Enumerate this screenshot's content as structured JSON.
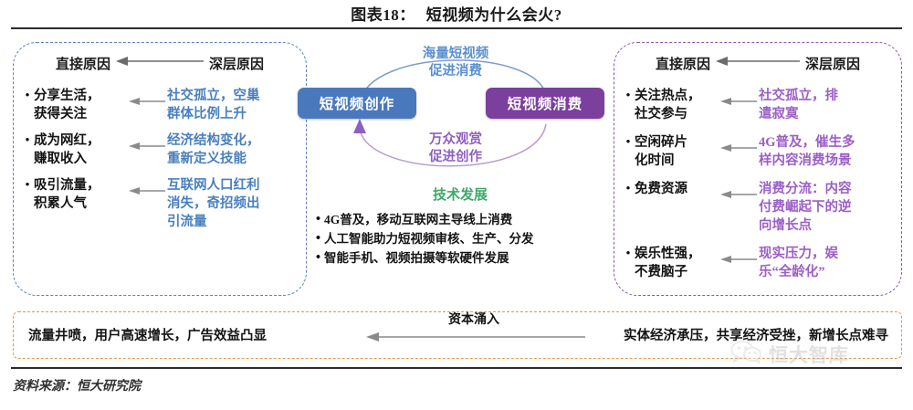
{
  "title": {
    "number": "图表18：",
    "text": "短视频为什么会火?"
  },
  "left_panel": {
    "head_direct": "直接原因",
    "head_deep": "深层原因",
    "items": [
      {
        "bullet": "•",
        "direct": "分享生活，\n获得关注",
        "deep": "社交孤立，空巢\n群体比例上升"
      },
      {
        "bullet": "•",
        "direct": "成为网红，\n赚取收入",
        "deep": "经济结构变化，\n重新定义技能"
      },
      {
        "bullet": "•",
        "direct": "吸引流量，\n积累人气",
        "deep": "互联网人口红利\n消失，奇招频出\n引流量"
      }
    ],
    "border_color": "#5b7fc4",
    "deep_color": "#4a7fbf"
  },
  "right_panel": {
    "head_direct": "直接原因",
    "head_deep": "深层原因",
    "items": [
      {
        "bullet": "•",
        "direct": "关注热点，\n社交参与",
        "deep": "社交孤立，排\n遣寂寞"
      },
      {
        "bullet": "•",
        "direct": "空闲碎片\n化时间",
        "deep": "4G普及，催生多\n样内容消费场景"
      },
      {
        "bullet": "•",
        "direct": "免费资源",
        "deep": "消费分流：内容\n付费崛起下的逆\n向增长点"
      },
      {
        "bullet": "•",
        "direct": "娱乐性强，\n不费脑子",
        "deep": "现实压力，娱\n乐“全龄化”"
      }
    ],
    "border_color": "#8d56b0",
    "deep_color": "#9b5fc6"
  },
  "center": {
    "node_create": "短视频创作",
    "node_consume": "短视频消费",
    "node_create_color": "#4a78bd",
    "node_consume_color": "#7b3f9d",
    "cycle_top_label": "海量短视频\n促进消费",
    "cycle_bottom_label": "万众观赏\n促进创作",
    "tech_title": "技术发展",
    "tech_title_color": "#3fa968",
    "tech_items": [
      "4G普及，移动互联网主导线上消费",
      "人工智能助力短视频审核、生产、分发",
      "智能手机、视频拍摄等软硬件发展"
    ]
  },
  "bottom": {
    "left_text": "流量井喷，用户高速增长，广告效益凸显",
    "capital_label": "资本涌入",
    "right_text": "实体经济承压，共享经济受挫，新增长点难寻",
    "border_color": "#e09a45"
  },
  "footer": {
    "source": "资料来源：恒大研究院",
    "watermark": "恒大智库"
  }
}
